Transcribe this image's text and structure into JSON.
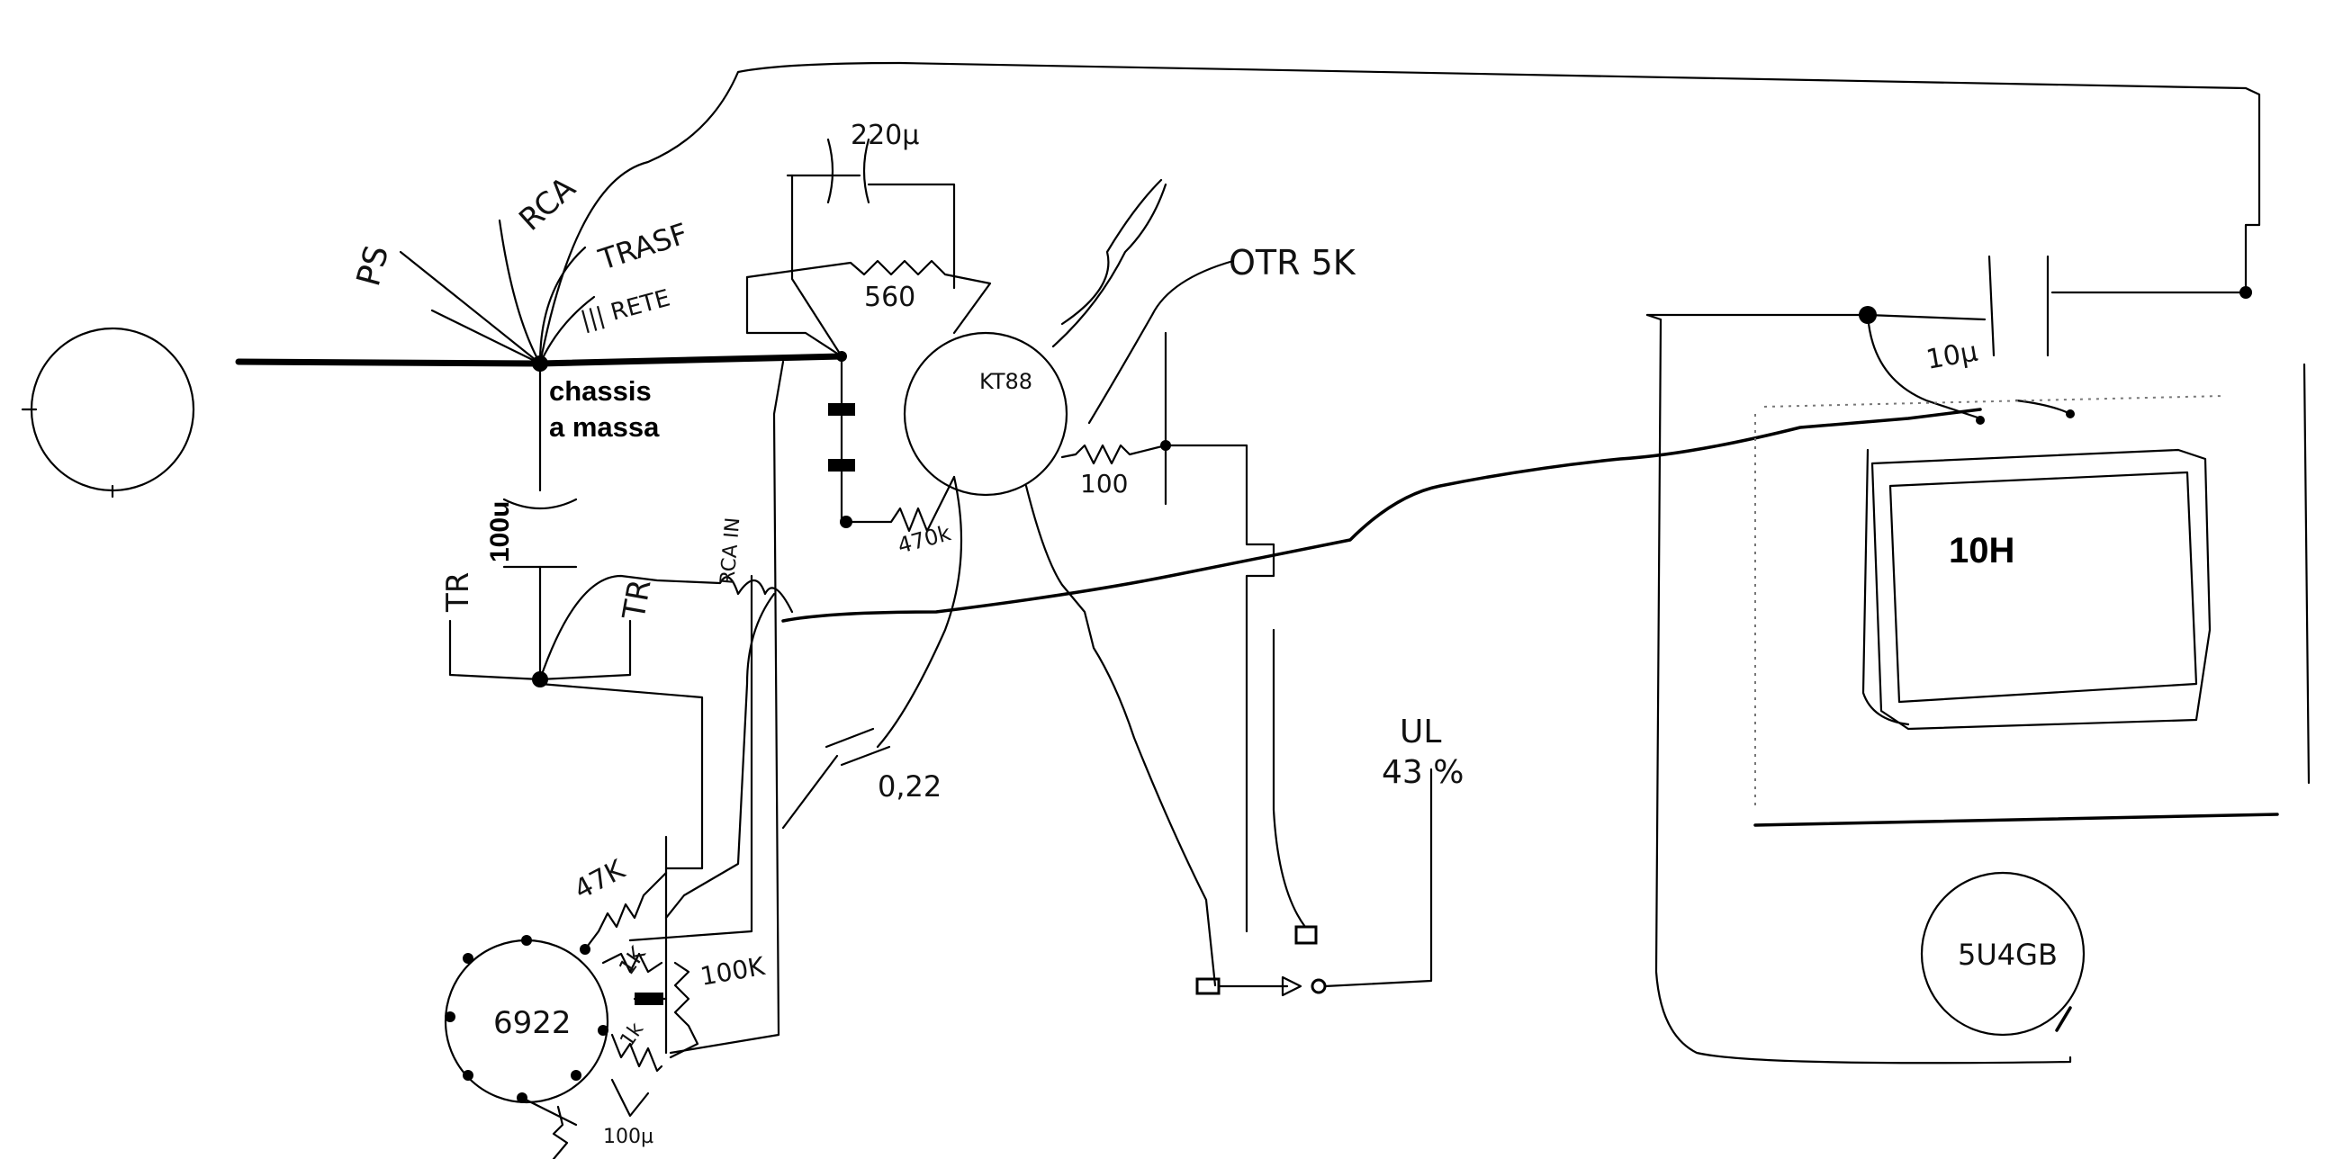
{
  "labels": {
    "ps": "PS",
    "rca": "RCA",
    "trasf": "TRASF",
    "rete": "||| RETE",
    "chassis_line1": "chassis",
    "chassis_line2": "a massa",
    "cap_220u": "220µ",
    "r_560": "560",
    "tube_kt88": "KT88",
    "otr": "OTR 5K",
    "r_100": "100",
    "r_470k": "470k",
    "cap_100u": "100u",
    "tr_left": "TR",
    "tr_right": "TR",
    "rca_in": "RCA IN",
    "cap_022": "0,22",
    "r_47k": "47K",
    "r_1k_a": "1K",
    "r_100k": "100K",
    "r_1k_b": "1k",
    "cap_100u_b": "100µ",
    "tube_6922": "6922",
    "ul_line1": "UL",
    "ul_line2": "43 %",
    "cap_10u": "10µ",
    "choke": "10H",
    "tube_5u4gb": "5U4GB"
  }
}
